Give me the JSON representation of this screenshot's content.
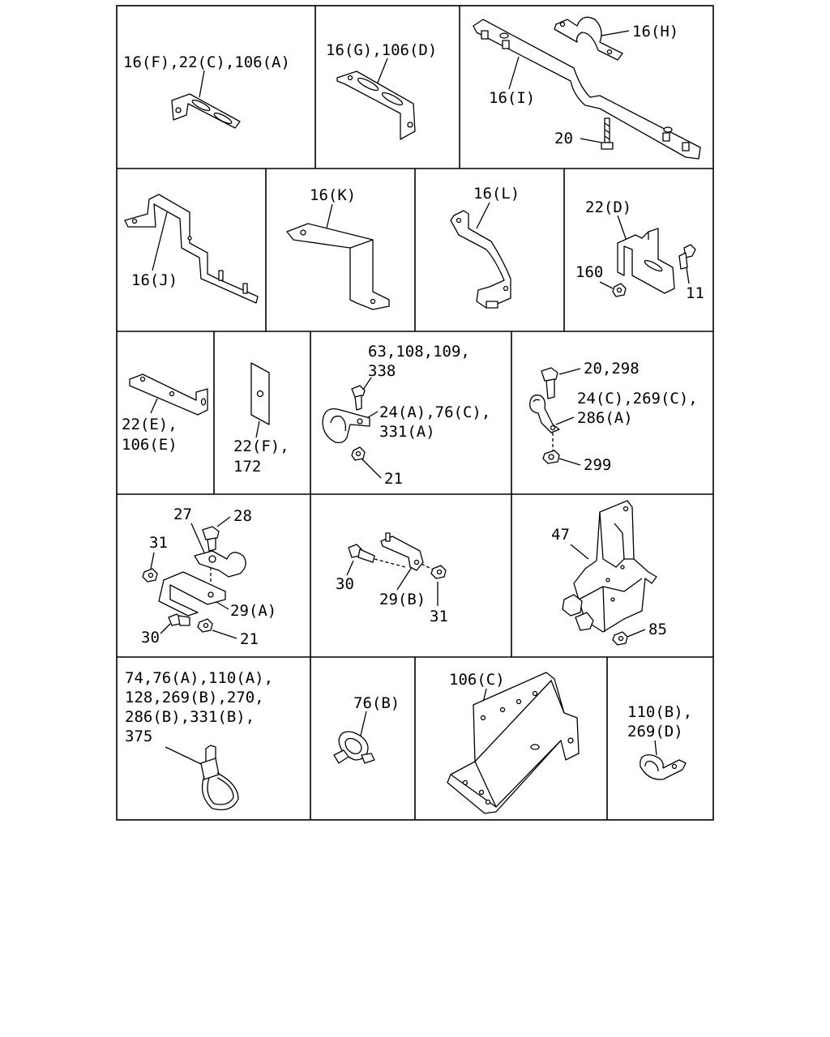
{
  "labels": {
    "c1": [
      "16(F),22(C),106(A)"
    ],
    "c2": [
      "16(G),106(D)"
    ],
    "c3_h": [
      "16(H)"
    ],
    "c3_i": [
      "16(I)"
    ],
    "c3_20": [
      "20"
    ],
    "c4": [
      "16(J)"
    ],
    "c5": [
      "16(K)"
    ],
    "c6": [
      "16(L)"
    ],
    "c7_22d": [
      "22(D)"
    ],
    "c7_160": [
      "160"
    ],
    "c7_11": [
      "11"
    ],
    "c8": [
      "22(E),",
      "106(E)"
    ],
    "c9": [
      "22(F),",
      "172"
    ],
    "c10_top": [
      "63,108,109,",
      "338"
    ],
    "c10_mid": [
      "24(A),76(C),",
      "331(A)"
    ],
    "c10_21": [
      "21"
    ],
    "c11_top": [
      "20,298"
    ],
    "c11_mid": [
      "24(C),269(C),",
      "286(A)"
    ],
    "c11_299": [
      "299"
    ],
    "c12_27": [
      "27"
    ],
    "c12_28": [
      "28"
    ],
    "c12_31": [
      "31"
    ],
    "c12_29a": [
      "29(A)"
    ],
    "c12_30": [
      "30"
    ],
    "c12_21": [
      "21"
    ],
    "c13_30": [
      "30"
    ],
    "c13_29b": [
      "29(B)"
    ],
    "c13_31": [
      "31"
    ],
    "c14_47": [
      "47"
    ],
    "c14_85": [
      "85"
    ],
    "c15": [
      "74,76(A),110(A),",
      "128,269(B),270,",
      "286(B),331(B),",
      "375"
    ],
    "c16": [
      "76(B)"
    ],
    "c17": [
      "106(C)"
    ],
    "c18": [
      "110(B),",
      "269(D)"
    ]
  }
}
